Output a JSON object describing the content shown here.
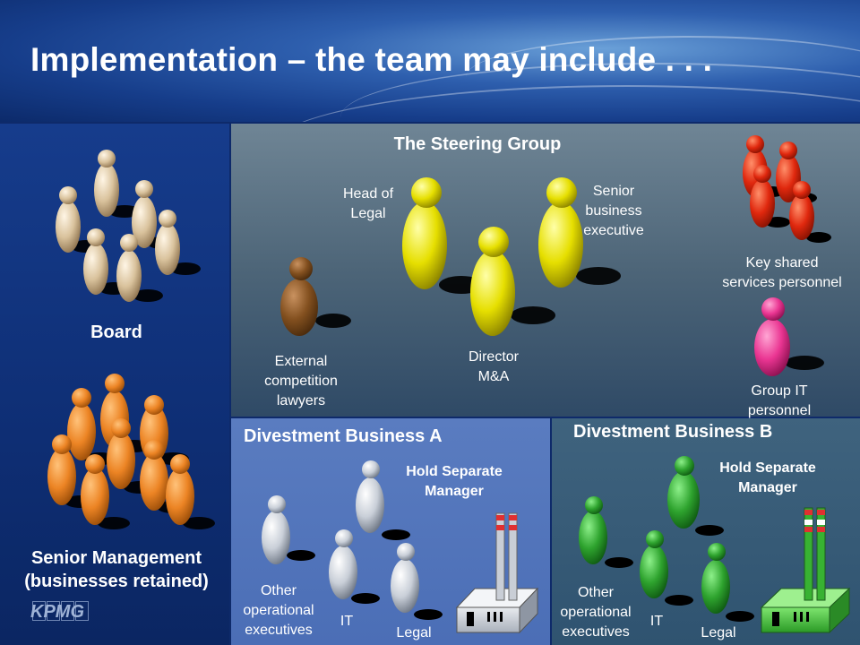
{
  "title": "Implementation – the team may include . . .",
  "left": {
    "board_label": "Board",
    "senior_mgmt_label": "Senior Management\n(businesses retained)"
  },
  "steering": {
    "title": "The Steering Group",
    "head_of_legal": "Head of\nLegal",
    "senior_business_exec": "Senior\nbusiness\nexecutive",
    "external_lawyers": "External\ncompetition\nlawyers",
    "director_ma": "Director\nM&A",
    "key_shared": "Key shared\nservices personnel",
    "group_it": "Group IT\npersonnel"
  },
  "business_a": {
    "title": "Divestment Business A",
    "hold_separate": "Hold Separate\nManager",
    "other_exec": "Other\noperational\nexecutives",
    "it": "IT",
    "legal": "Legal"
  },
  "business_b": {
    "title": "Divestment Business B",
    "hold_separate": "Hold Separate\nManager",
    "other_exec": "Other\noperational\nexecutives",
    "it": "IT",
    "legal": "Legal"
  },
  "footer": {
    "logo": "KPMG"
  },
  "colors": {
    "board": "#e8d7b8",
    "senior_mgmt": "#f08a2a",
    "steering_yellow": "#f2e400",
    "external": "#8a5526",
    "red": "#e82a10",
    "pink": "#f03c9a",
    "grey": "#d8dde4",
    "green": "#2fa830"
  }
}
